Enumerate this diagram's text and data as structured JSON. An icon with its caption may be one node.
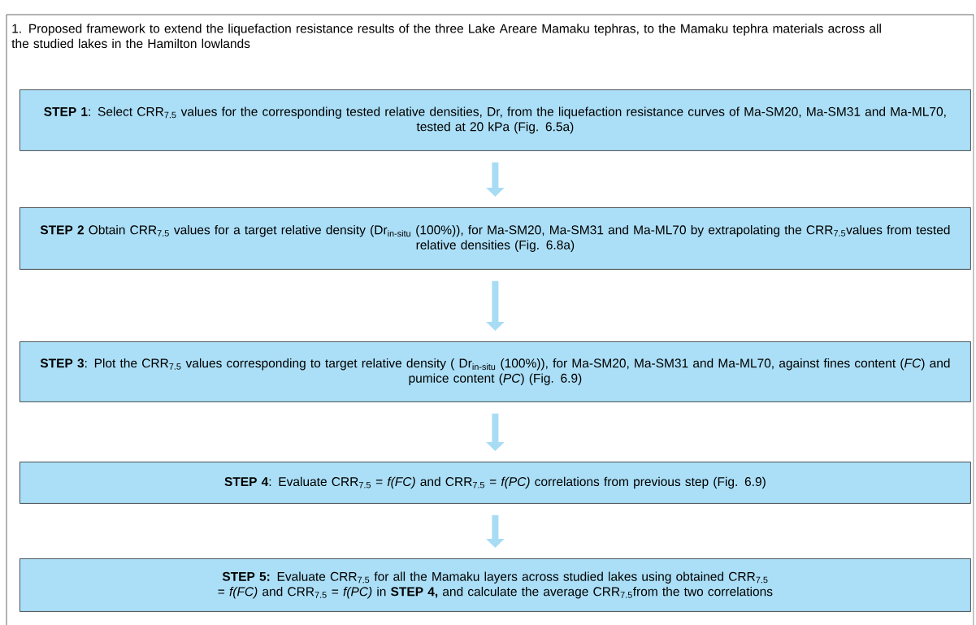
{
  "diagram": {
    "nodes": [
      {
        "text": [
          "1. Proposed framework to extend the liquefaction resistance results of the three Lake Areare Mamaku tephras, to the Mamaku tephra materials across all the studied lakes in the Hamilton lowlands"
        ]
      },
      {
        "text": [
          "**STEP 1**: Select CRR$_{7.5}$ values for the corresponding tested relative densities, Dr, from the liquefaction resistance curves of Ma-SM20, Ma-SM31 and Ma-ML70, tested at 20 kPa (Fig. 6.5a)"
        ],
        "in": 0
      },
      {
        "text": [
          "**STEP 2** Obtain CRR$_{7.5}$ values for a target relative density (Dr$_{in-situ}$ (100%)), for Ma-SM20, Ma-SM31 and Ma-ML70 by extrapolating the CRR$_{7.5}$values from  tested relative densities (Fig. 6.8a)"
        ],
        "in": 0
      },
      {
        "text": [
          "**STEP 3**: Plot the CRR$_{7.5}$ values corresponding to target relative density ( Dr$_{in-situ}$ (100%)), for Ma-SM20, Ma-SM31 and Ma-ML70, against fines content (*FC*) and pumice content (*PC*) (Fig. 6.9)"
        ],
        "in": 0
      },
      {
        "text": [
          "**STEP 4**: Evaluate CRR$_{7.5}$ = *f(FC)* and CRR$_{7.5}$ = *f(PC)* correlations from previous step (Fig. 6.9)"
        ],
        "in": 0
      },
      {
        "text": [
          "**STEP 5:** Evaluate CRR$_{7.5}$ for all the Mamaku layers across studied lakes using obtained CRR$_{7.5}$ = *f(FC)* and CRR$_{7.5}$ = *f(PC)* in **STEP 4,** and calculate the average CRR$_{7.5}$from the two correlations"
        ],
        "in": 0
      }
    ],
    "edges": [
      {
        "from": 1,
        "to": 2,
        "arrow": "to"
      },
      {
        "from": 2,
        "to": 3,
        "arrow": "to"
      },
      {
        "from": 3,
        "to": 4,
        "arrow": "to"
      },
      {
        "from": 4,
        "to": 5,
        "arrow": "to"
      }
    ]
  }
}
